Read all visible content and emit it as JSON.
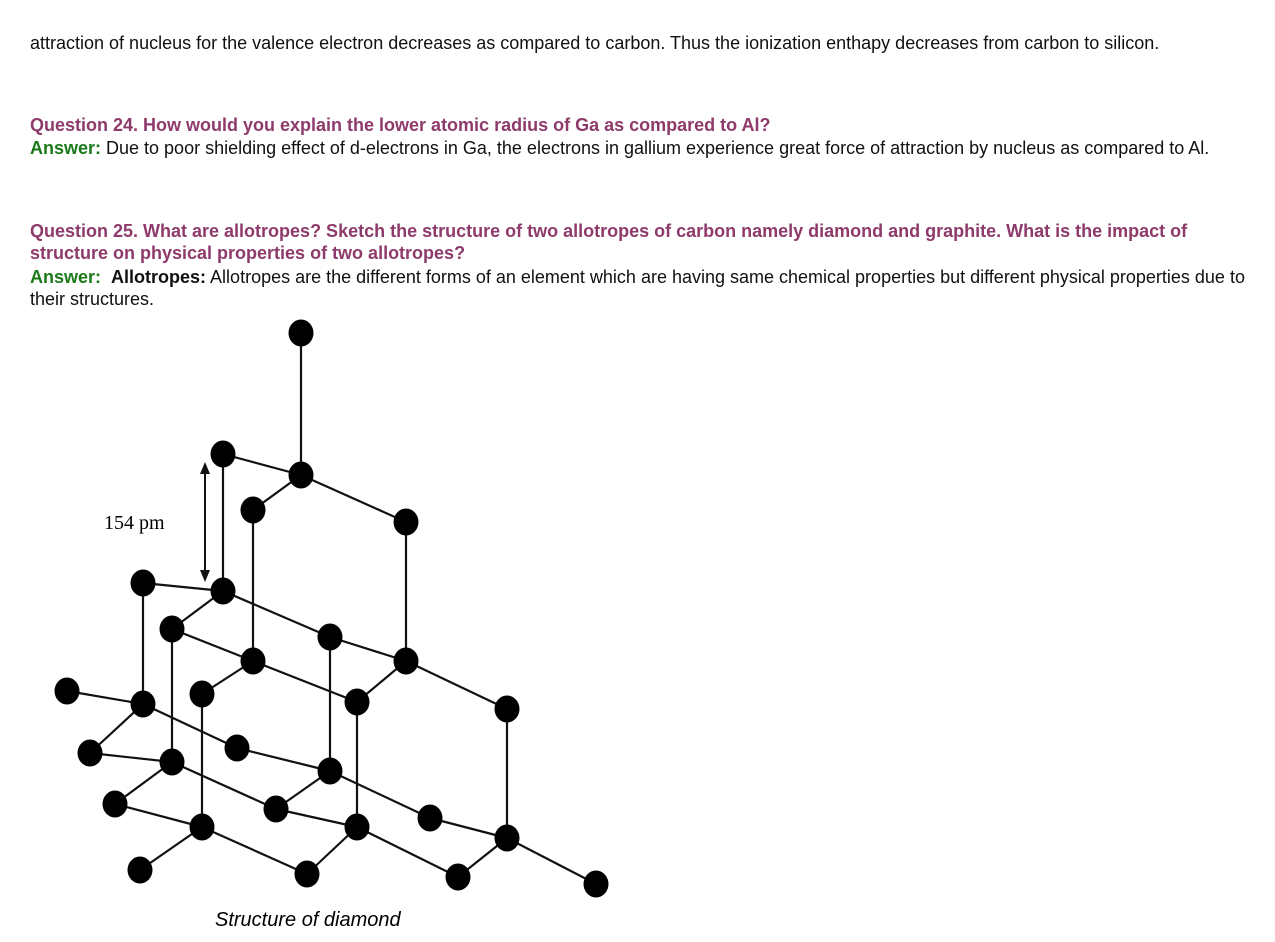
{
  "intro": {
    "text": "attraction of nucleus for the valence electron decreases as compared to carbon. Thus the ionization enthapy decreases from carbon to silicon."
  },
  "q24": {
    "question": "Question 24. How would you explain the lower atomic radius of Ga as compared to Al?",
    "answer_label": "Answer:",
    "answer": " Due to poor shielding effect of d-electrons in Ga, the electrons in gallium experience great force of attraction by nucleus as compared to Al."
  },
  "q25": {
    "question": "Question 25. What are allotropes? Sketch the structure of two allotropes of carbon namely diamond and graphite. What is the impact of structure on physical properties of two allotropes?",
    "answer_label": "Answer:",
    "term": "Allotropes:",
    "answer": " Allotropes are the different forms of an element which are having same chemical properties but different physical properties due to their structures."
  },
  "figure": {
    "bond_length_label": "154 pm",
    "caption": "Structure of diamond"
  },
  "colors": {
    "question": "#8e3a6a",
    "answer_label": "#1a7a1a"
  }
}
